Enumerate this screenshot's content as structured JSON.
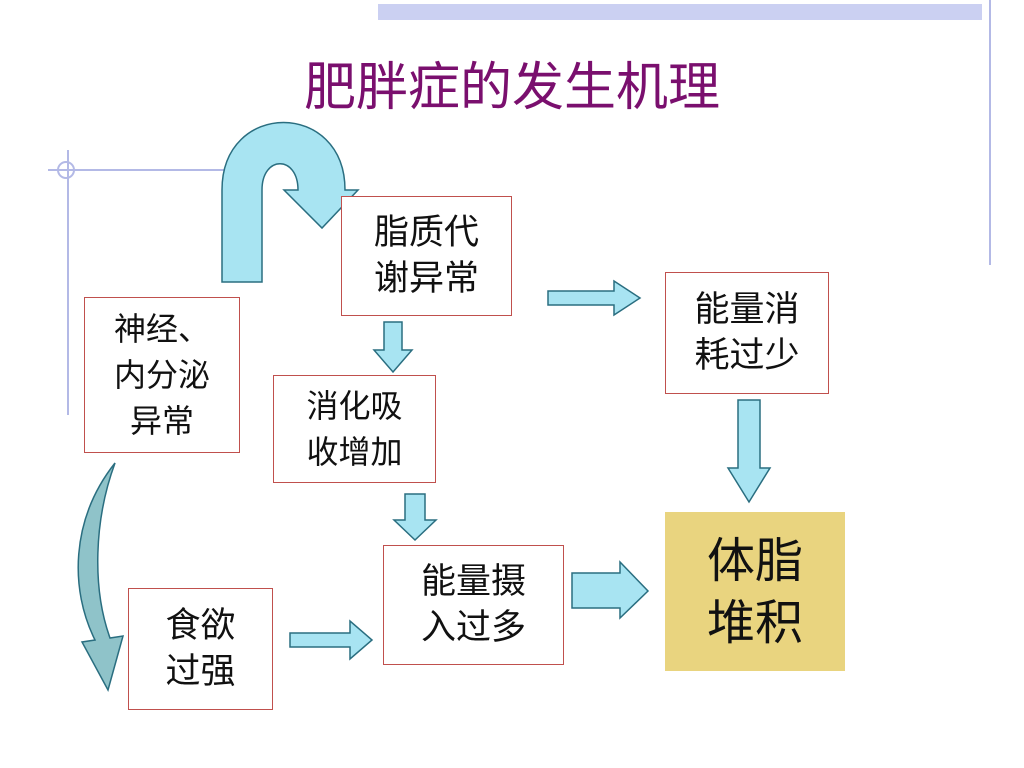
{
  "title": "肥胖症的发生机理",
  "nodes": {
    "lipid": "脂质代\n谢异常",
    "neuro": "神经、\n内分泌\n异常",
    "digest": "消化吸\n收增加",
    "expend": "能量消\n耗过少",
    "intake": "能量摄\n入过多",
    "appetite": "食欲\n过强",
    "accum": "体脂\n堆积"
  },
  "colors": {
    "title": "#7a0f6e",
    "box_border": "#c0504d",
    "arrow_fill": "#a8e4f2",
    "arrow_stroke": "#2a6e80",
    "accum_fill": "#e9d47f",
    "deco_line": "#b3b9e6"
  }
}
